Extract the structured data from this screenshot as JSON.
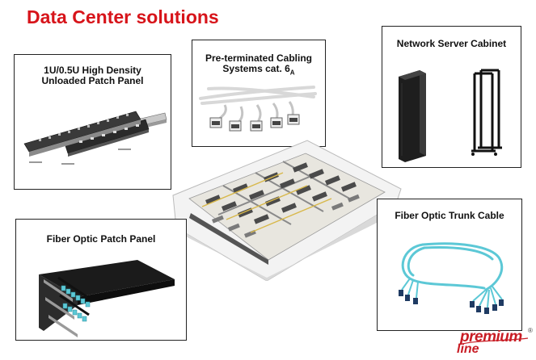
{
  "page": {
    "title": "Data Center solutions"
  },
  "cards": {
    "patch_panel": {
      "title_line1": "1U/0.5U High Density",
      "title_line2": "Unloaded Patch Panel"
    },
    "cabling": {
      "title_line1": "Pre-terminated Cabling",
      "title_line2": "Systems cat. 6",
      "title_sub": "A"
    },
    "cabinet": {
      "title": "Network Server Cabinet"
    },
    "fiber_patch": {
      "title": "Fiber Optic Patch Panel"
    },
    "trunk": {
      "title": "Fiber Optic Trunk Cable"
    }
  },
  "brand": {
    "line1": "premium",
    "line2": "line",
    "registered": "®"
  },
  "colors": {
    "title_red": "#d7141a",
    "brand_red": "#c81d25",
    "fiber_aqua": "#5cc8d6"
  }
}
